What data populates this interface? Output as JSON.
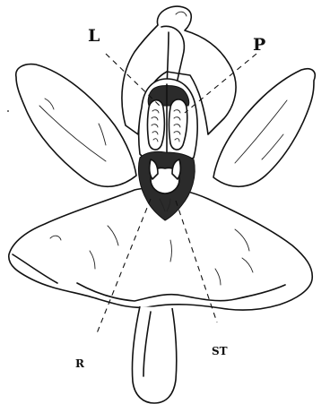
{
  "labels": {
    "L": "L",
    "P": "P",
    "R": "R",
    "ST": "ST"
  }
}
